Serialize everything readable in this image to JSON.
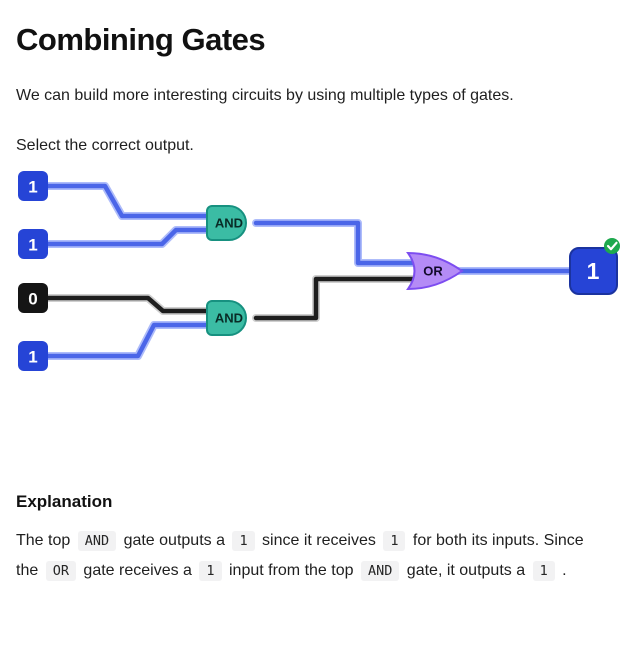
{
  "page": {
    "title": "Combining Gates",
    "intro": "We can build more interesting circuits by using multiple types of gates.",
    "prompt": "Select the correct output."
  },
  "circuit": {
    "inputs": [
      {
        "label": "1",
        "state": "on"
      },
      {
        "label": "1",
        "state": "on"
      },
      {
        "label": "0",
        "state": "off"
      },
      {
        "label": "1",
        "state": "on"
      }
    ],
    "gates": {
      "and_top": "AND",
      "and_bottom": "AND",
      "or": "OR"
    },
    "output": {
      "label": "1",
      "status": "correct"
    },
    "colors": {
      "input_on_fill": "#2644d6",
      "input_on_stroke": "#1b339f",
      "input_off_fill": "#151515",
      "input_off_stroke": "#000000",
      "output_fill": "#2644d6",
      "output_stroke": "#1b339f",
      "and_fill": "#3bbca4",
      "and_stroke": "#179180",
      "or_fill": "#b48bf6",
      "or_stroke": "#7d4df0",
      "wire_on": "#4b66e8",
      "wire_on_edge": "#aebcfa",
      "wire_off": "#1e1e1e",
      "wire_off_edge": "#cfcfcf",
      "check_fill": "#1ea94e",
      "check_mark": "#ffffff"
    }
  },
  "explanation": {
    "heading": "Explanation",
    "parts": [
      {
        "type": "text",
        "text": "The top"
      },
      {
        "type": "code",
        "text": "AND"
      },
      {
        "type": "text",
        "text": "gate outputs a"
      },
      {
        "type": "code",
        "text": "1"
      },
      {
        "type": "text",
        "text": "since it receives"
      },
      {
        "type": "code",
        "text": "1"
      },
      {
        "type": "text",
        "text": "for both its inputs. Since the"
      },
      {
        "type": "code",
        "text": "OR"
      },
      {
        "type": "text",
        "text": "gate receives a"
      },
      {
        "type": "code",
        "text": "1"
      },
      {
        "type": "text",
        "text": "input from the top"
      },
      {
        "type": "code",
        "text": "AND"
      },
      {
        "type": "text",
        "text": "gate, it outputs a"
      },
      {
        "type": "code",
        "text": "1"
      },
      {
        "type": "text",
        "text": "."
      }
    ]
  }
}
